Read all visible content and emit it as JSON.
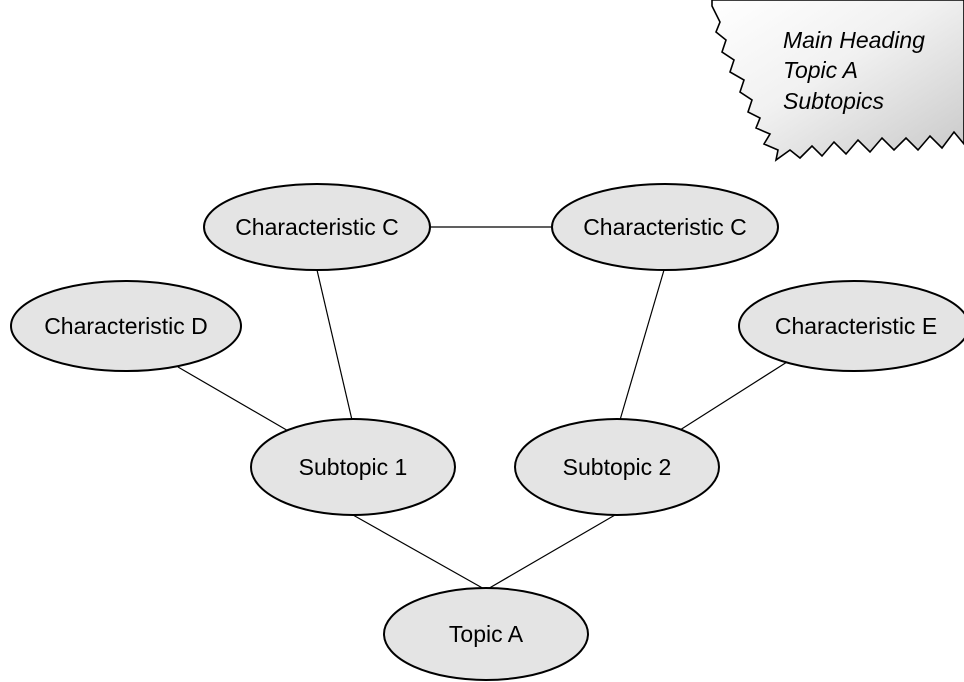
{
  "diagram": {
    "type": "concept-web",
    "nodes": [
      {
        "id": "char-c-left",
        "label": "Characteristic C"
      },
      {
        "id": "char-c-right",
        "label": "Characteristic C"
      },
      {
        "id": "char-d",
        "label": "Characteristic D"
      },
      {
        "id": "char-e",
        "label": "Characteristic E"
      },
      {
        "id": "subtopic-1",
        "label": "Subtopic 1"
      },
      {
        "id": "subtopic-2",
        "label": "Subtopic 2"
      },
      {
        "id": "topic-a",
        "label": "Topic A"
      }
    ],
    "edges": [
      {
        "from": "char-c-left",
        "to": "char-c-right"
      },
      {
        "from": "char-c-left",
        "to": "subtopic-1"
      },
      {
        "from": "char-d",
        "to": "subtopic-1"
      },
      {
        "from": "char-c-right",
        "to": "subtopic-2"
      },
      {
        "from": "char-e",
        "to": "subtopic-2"
      },
      {
        "from": "subtopic-1",
        "to": "topic-a"
      },
      {
        "from": "subtopic-2",
        "to": "topic-a"
      }
    ]
  },
  "note": {
    "lines": [
      "Main Heading",
      "Topic A",
      "Subtopics"
    ]
  }
}
